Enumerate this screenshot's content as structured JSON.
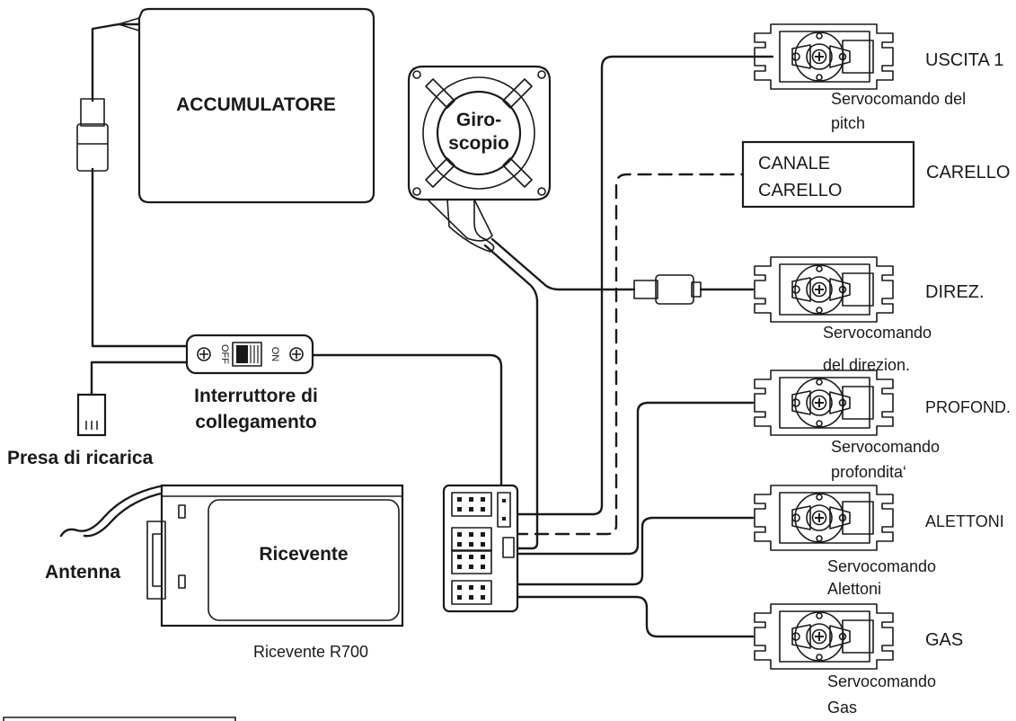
{
  "accumulator": {
    "label": "ACCUMULATORE"
  },
  "gyro": {
    "line1": "Giro-",
    "line2": "scopio"
  },
  "switch": {
    "off": "OFF",
    "on": "ON",
    "label_line1": "Interruttore di",
    "label_line2": "collegamento"
  },
  "charge_socket": {
    "label": "Presa di ricarica"
  },
  "antenna": {
    "label": "Antenna"
  },
  "receiver": {
    "label": "Ricevente",
    "caption": "Ricevente R700"
  },
  "landing_gear": {
    "box_line1": "CANALE",
    "box_line2": "CARELLO",
    "side_label": "CARELLO"
  },
  "servos": [
    {
      "output": "USCITA 1",
      "desc_line1": "Servocomando del",
      "desc_line2": "pitch"
    },
    {
      "output": "DIREZ.",
      "desc_line1": "Servocomando",
      "desc_line2": "del direzion."
    },
    {
      "output": "PROFOND.",
      "desc_line1": "Servocomando",
      "desc_line2": "profondita‘"
    },
    {
      "output": "ALETTONI",
      "desc_line1": "Servocomando",
      "desc_line2": "Alettoni"
    },
    {
      "output": "GAS",
      "desc_line1": "Servocomando",
      "desc_line2": "Gas"
    }
  ]
}
